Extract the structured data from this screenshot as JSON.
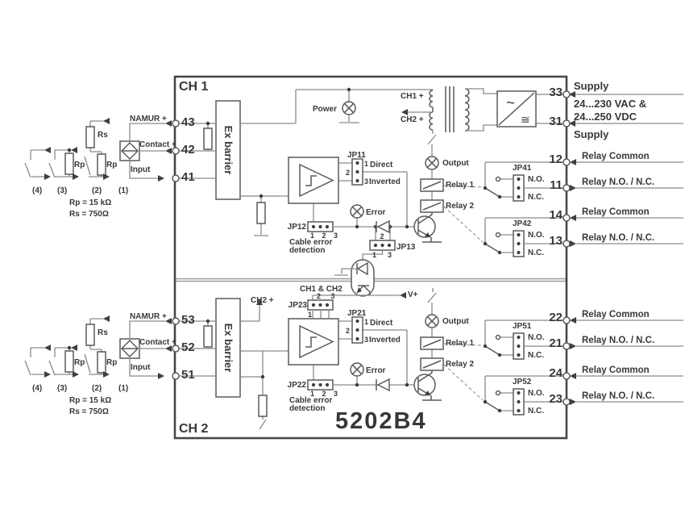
{
  "title_model": "5202B4",
  "channels": {
    "ch1": "CH 1",
    "ch2": "CH 2"
  },
  "barrier_label": "Ex barrier",
  "power": {
    "label": "Power",
    "ch1_plus": "CH1 +",
    "ch2_plus": "CH2 +",
    "supply": "Supply",
    "vac": "24...230 VAC &",
    "vdc": "24...250 VDC"
  },
  "converter": {
    "ac": "~",
    "dc": "≅"
  },
  "io": {
    "namur": "NAMUR +",
    "contact": "Contact +",
    "input": "Input"
  },
  "sensors": {
    "s1": "(1)",
    "s2": "(2)",
    "s3": "(3)",
    "s4": "(4)",
    "rp": "Rp",
    "rs": "Rs",
    "rp_note": "Rp = 15 kΩ",
    "rs_note": "Rs = 750Ω"
  },
  "signal": {
    "direct": "Direct",
    "inverted": "Inverted",
    "error": "Error",
    "output": "Output",
    "relay1": "Relay 1",
    "relay2": "Relay 2",
    "cable1": "Cable error",
    "cable2": "detection",
    "vplus": "V+",
    "chboth": "CH1 & CH2"
  },
  "jumpers": {
    "jp11": "JP11",
    "jp12": "JP12",
    "jp13": "JP13",
    "jp21": "JP21",
    "jp22": "JP22",
    "jp23": "JP23",
    "jp41": "JP41",
    "jp42": "JP42",
    "jp51": "JP51",
    "jp52": "JP52",
    "p1": "1",
    "p2": "2",
    "p3": "3",
    "p123": "1 2 3",
    "p23": "2 3"
  },
  "relay_io": {
    "common": "Relay Common",
    "nonc": "Relay N.O. / N.C.",
    "no": "N.O.",
    "nc": "N.C."
  },
  "terminals": {
    "t43": "43",
    "t42": "42",
    "t41": "41",
    "t53": "53",
    "t52": "52",
    "t51": "51",
    "t33": "33",
    "t31": "31",
    "t12": "12",
    "t11": "11",
    "t14": "14",
    "t13": "13",
    "t22": "22",
    "t21": "21",
    "t24": "24",
    "t23": "23"
  }
}
